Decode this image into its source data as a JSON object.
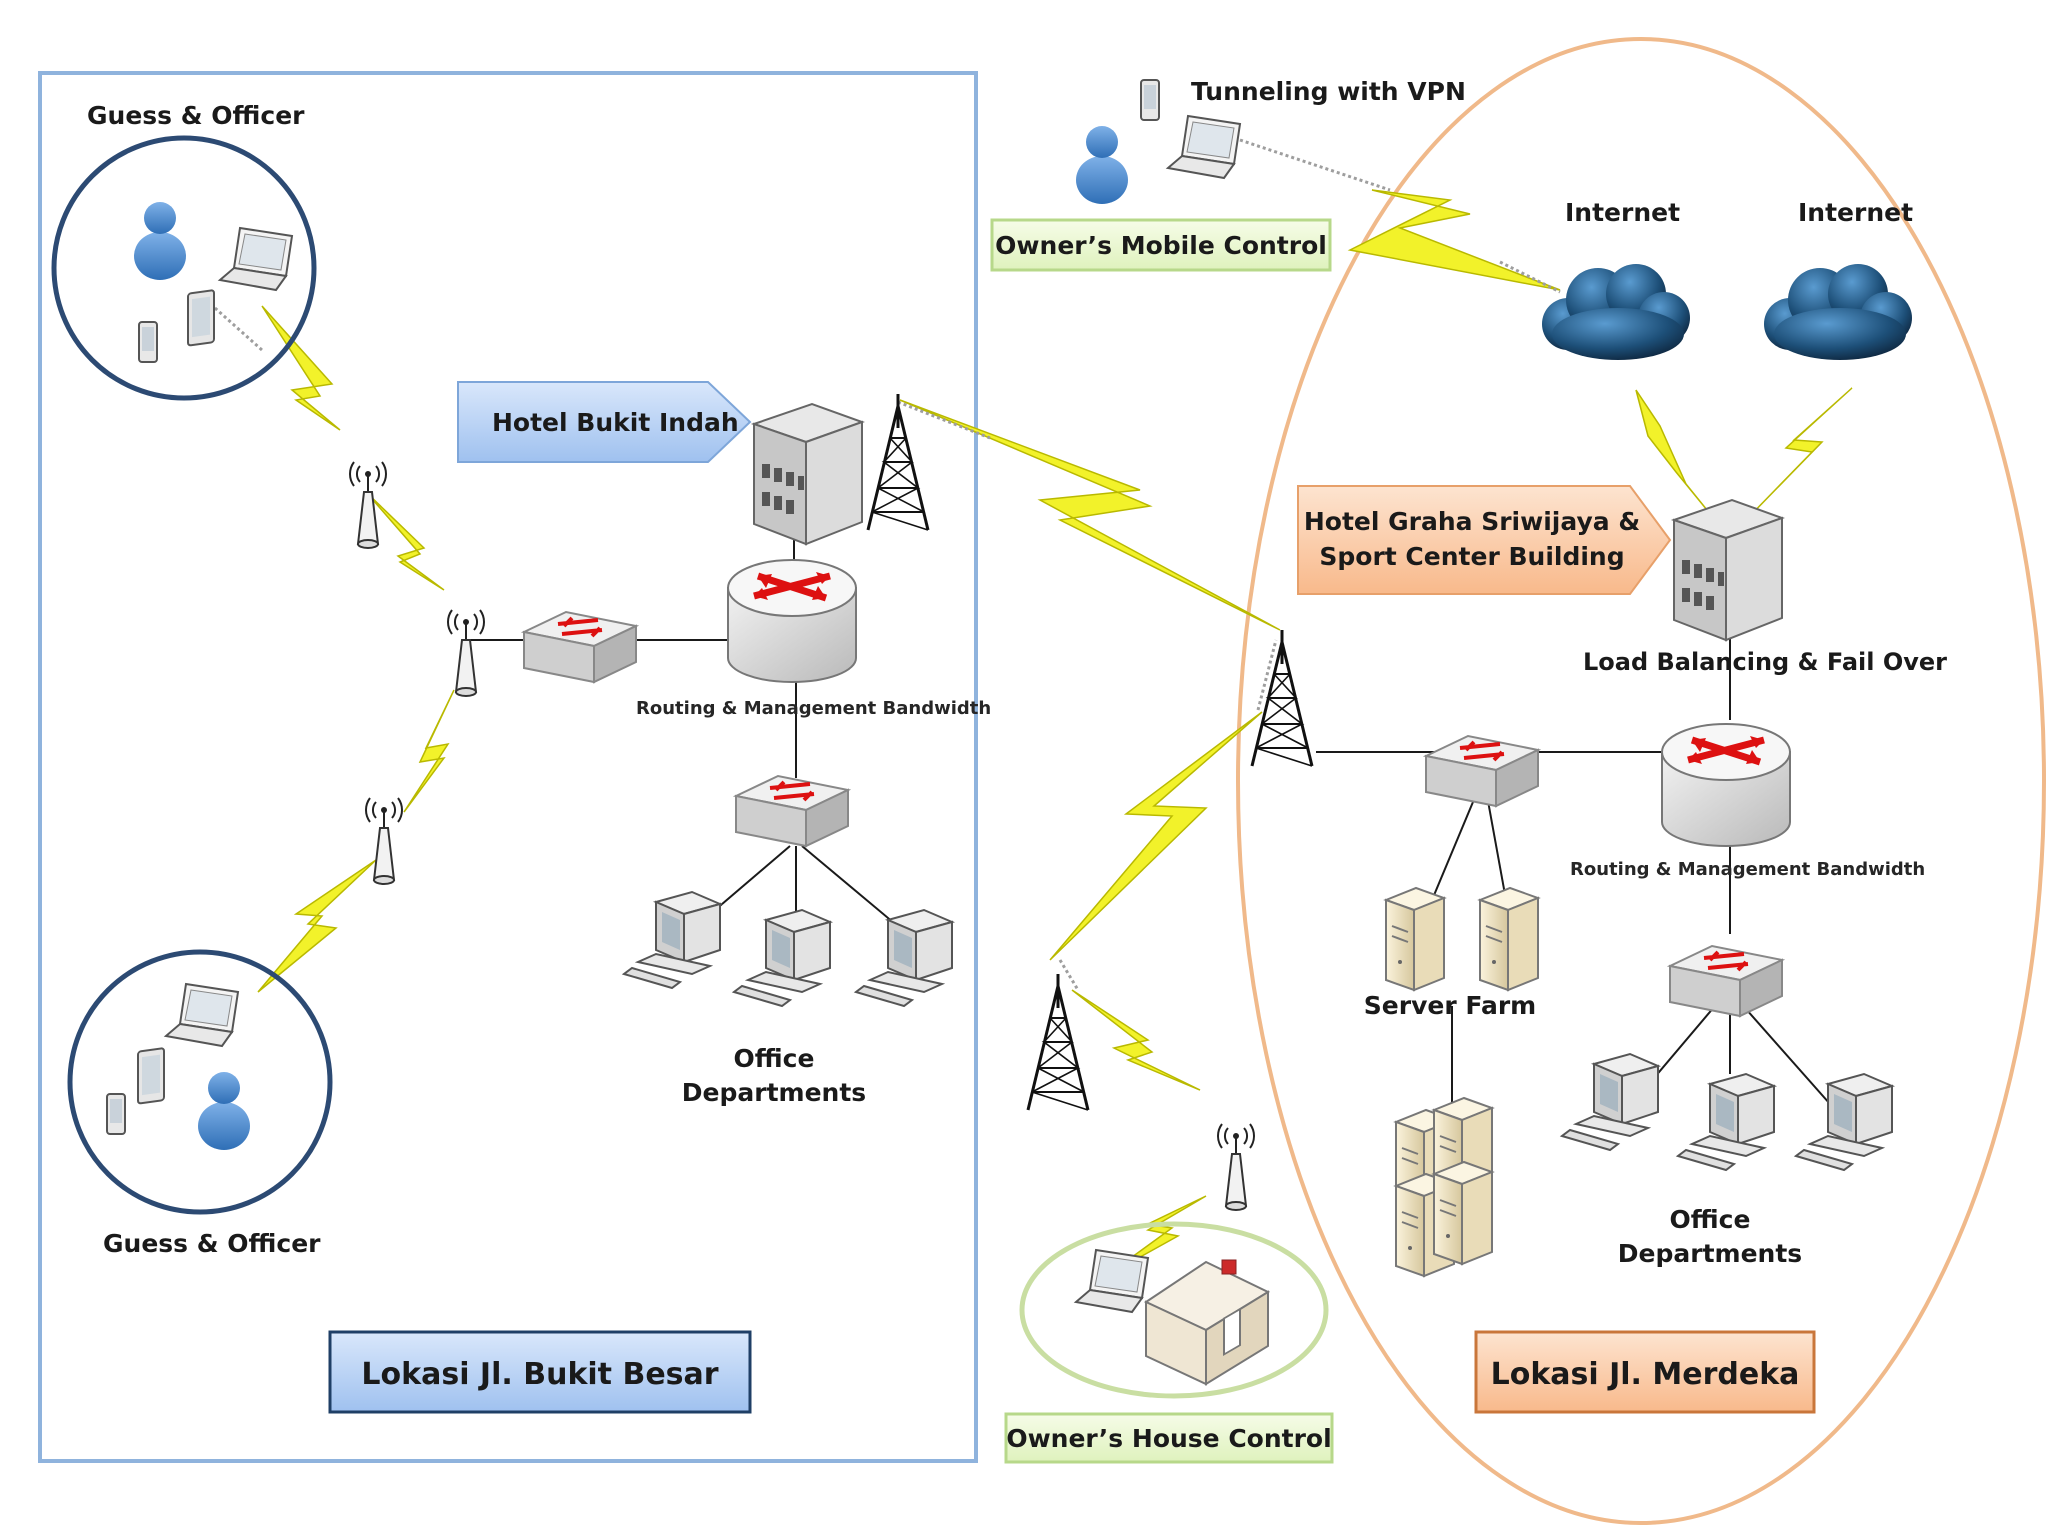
{
  "colors": {
    "left_region_border": "#8fb3dd",
    "right_region_border": "#f0b98a",
    "blue_box": "#b9d2f5",
    "orange_box": "#fbd3b4",
    "green_box": "#eef8d6",
    "green_border": "#b7d88a",
    "lightning": "#f2f22a",
    "wire": "#1a1a1a",
    "cloud": "#1d4f78",
    "circle_navy": "#2c4a73"
  },
  "left_site": {
    "top_group_label": "Guess  &  Officer",
    "bottom_group_label": "Guess  &  Officer",
    "hotel_label": "Hotel Bukit Indah",
    "router_label": "Routing & Management Bandwidth",
    "office_label_line1": "Office",
    "office_label_line2": "Departments",
    "location_label": "Lokasi Jl. Bukit Besar"
  },
  "mobile": {
    "vpn_label": "Tunneling with VPN",
    "control_label": "Owner’s  Mobile Control"
  },
  "house": {
    "control_label": "Owner’s  House Control"
  },
  "right_site": {
    "internet_1": "Internet",
    "internet_2": "Internet",
    "hotel_label_line1": "Hotel Graha Sriwijaya &",
    "hotel_label_line2": "Sport Center Building",
    "lb_label": "Load Balancing & Fail Over",
    "router_label": "Routing & Management Bandwidth",
    "server_farm_label": "Server Farm",
    "office_label_line1": "Office",
    "office_label_line2": "Departments",
    "location_label": "Lokasi  Jl. Merdeka"
  },
  "icons": [
    "user-icon",
    "laptop-icon",
    "tablet-icon",
    "phone-icon",
    "wireless-access-point-icon",
    "switch-icon",
    "router-icon",
    "building-icon",
    "radio-tower-icon",
    "desktop-pc-icon",
    "server-icon",
    "cloud-icon",
    "house-icon",
    "lightning-link-icon"
  ]
}
